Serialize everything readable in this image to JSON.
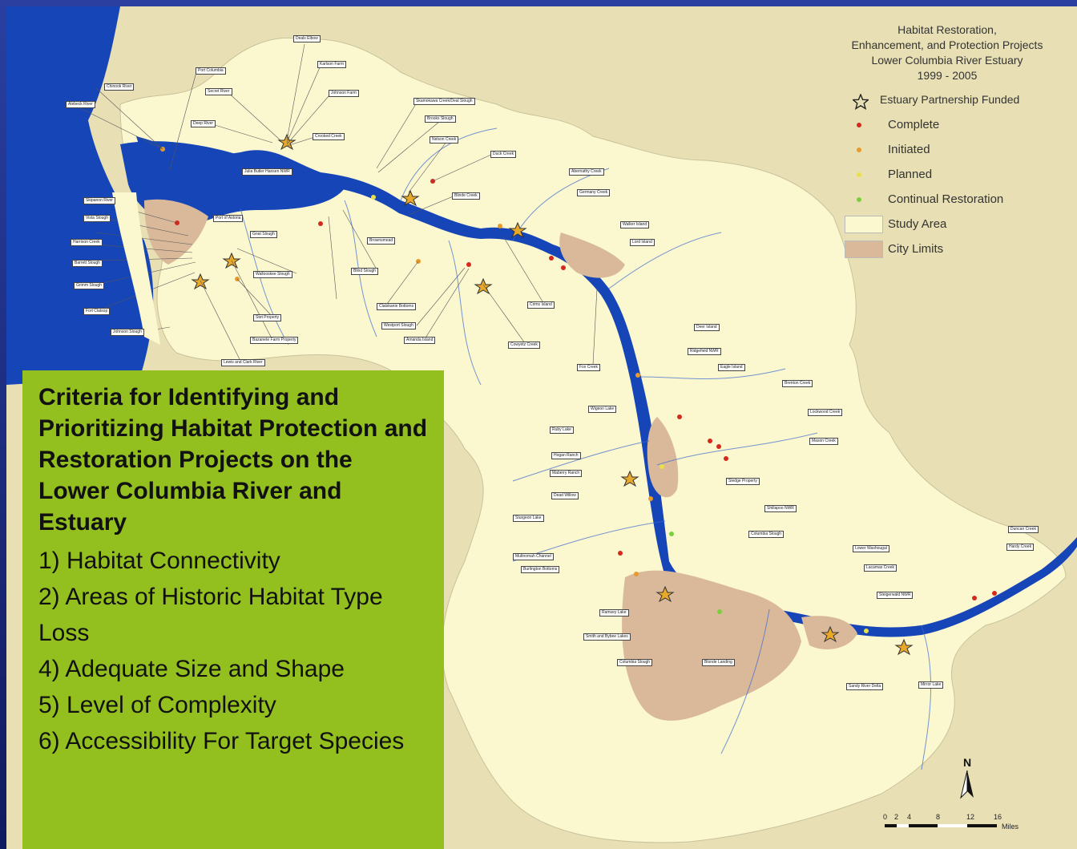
{
  "map": {
    "title_lines": [
      "Habitat Restoration,",
      "Enhancement, and Protection Projects",
      "Lower Columbia River Estuary",
      "1999 - 2005"
    ],
    "legend": {
      "star": "Estuary Partnership Funded",
      "items": [
        {
          "label": "Complete",
          "kind": "dot",
          "color": "#d42a1e"
        },
        {
          "label": "Initiated",
          "kind": "dot",
          "color": "#e89a2a"
        },
        {
          "label": "Planned",
          "kind": "dot",
          "color": "#e8e04a"
        },
        {
          "label": "Continual Restoration",
          "kind": "dot",
          "color": "#7ccf3c"
        },
        {
          "label": "Study Area",
          "kind": "swatch",
          "color": "#fbf7cf"
        },
        {
          "label": "City Limits",
          "kind": "swatch",
          "color": "#d9b99a"
        }
      ]
    },
    "north_label": "N",
    "scale": {
      "ticks": [
        "0",
        "2",
        "4",
        "8",
        "12",
        "16"
      ],
      "unit": "Miles"
    },
    "colors": {
      "water": "#1645b8",
      "land_outside": "#e8e0b4",
      "background": "#1b2a7a",
      "panel": "#93c01f"
    }
  },
  "criteria": {
    "heading": "Criteria for Identifying and Prioritizing Habitat Protection and Restoration Projects on the Lower Columbia River and Estuary",
    "items": [
      "1) Habitat Connectivity",
      "2) Areas of Historic Habitat Type Loss",
      "4) Adequate Size and Shape",
      "5) Level of Complexity",
      "6) Accessibility For Target Species"
    ]
  }
}
